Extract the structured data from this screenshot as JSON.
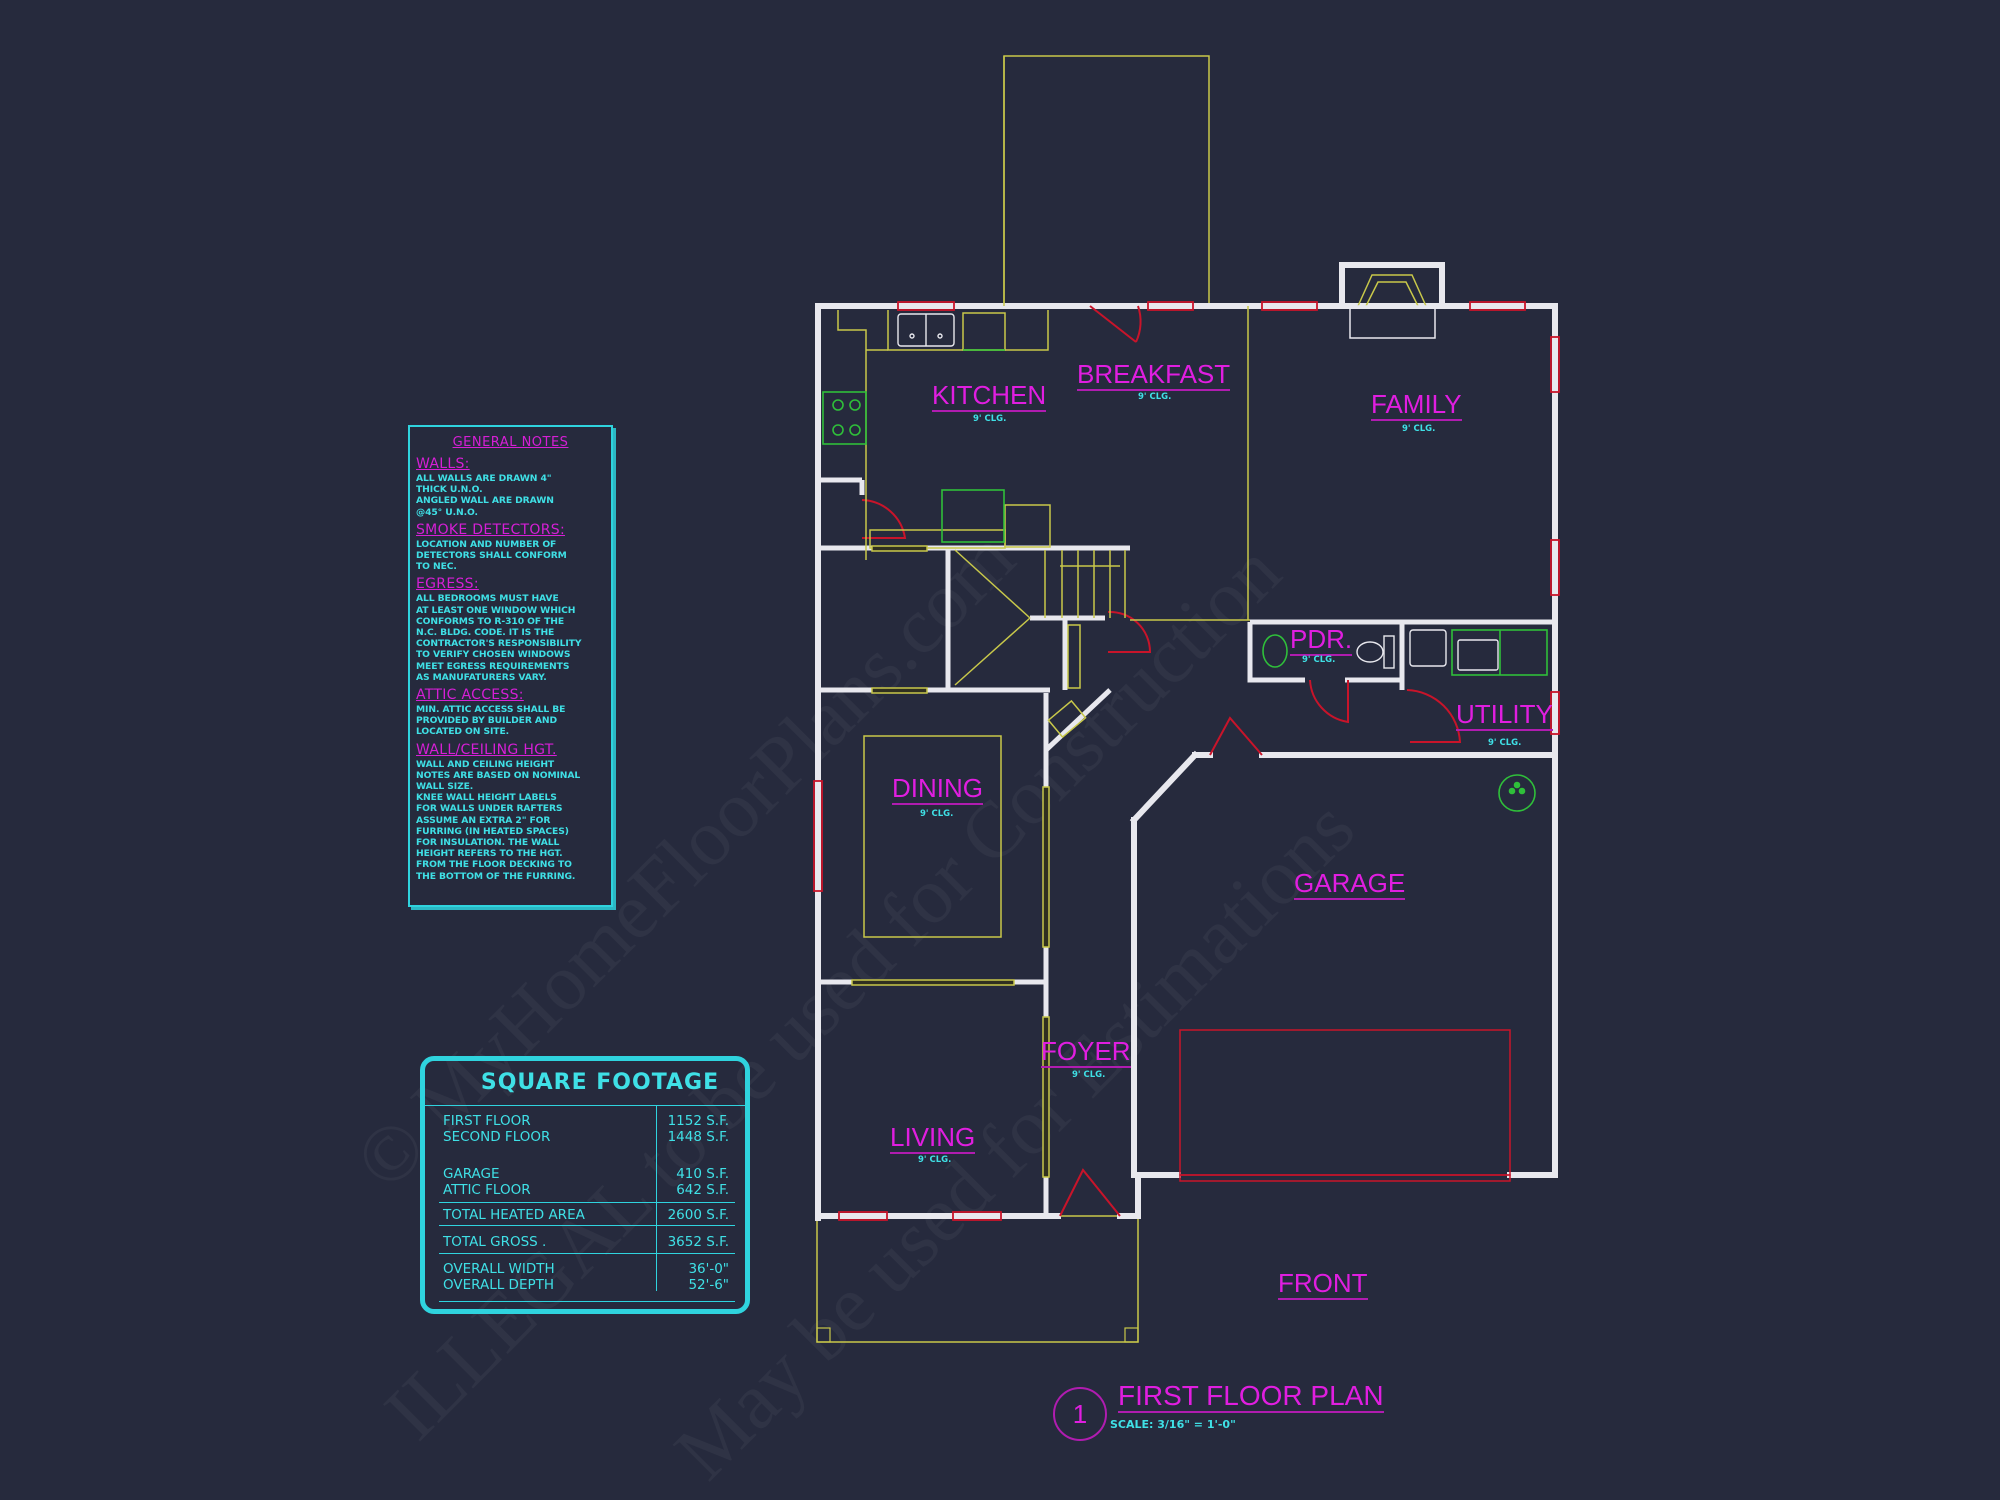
{
  "watermarks": [
    "© MyHomeFloorPlans.com",
    "ILLEGAL to be used for Construction",
    "May be used for Estimations"
  ],
  "general_notes": {
    "title": "GENERAL NOTES",
    "sections": [
      {
        "heading": "WALLS:",
        "body": "ALL WALLS ARE DRAWN 4\"\nTHICK U.N.O.\nANGLED WALL ARE DRAWN\n@45° U.N.O."
      },
      {
        "heading": "SMOKE DETECTORS:",
        "body": "LOCATION AND NUMBER OF\nDETECTORS SHALL CONFORM\nTO NEC."
      },
      {
        "heading": "EGRESS:",
        "body": "ALL BEDROOMS MUST HAVE\nAT LEAST ONE WINDOW WHICH\nCONFORMS TO R-310 OF THE\nN.C. BLDG. CODE. IT IS THE\nCONTRACTOR'S RESPONSIBILITY\nTO VERIFY CHOSEN WINDOWS\nMEET EGRESS REQUIREMENTS\nAS MANUFATURERS VARY."
      },
      {
        "heading": "ATTIC ACCESS:",
        "body": "MIN. ATTIC ACCESS SHALL BE\nPROVIDED BY BUILDER AND\nLOCATED ON SITE."
      },
      {
        "heading": "WALL/CEILING HGT.",
        "body": "WALL AND CEILING HEIGHT\nNOTES ARE BASED ON NOMINAL\nWALL SIZE.\nKNEE WALL HEIGHT LABELS\nFOR WALLS UNDER RAFTERS\nASSUME AN EXTRA 2\" FOR\nFURRING (IN HEATED SPACES)\nFOR INSULATION. THE WALL\nHEIGHT REFERS TO THE HGT.\nFROM THE FLOOR DECKING TO\nTHE BOTTOM OF THE FURRING."
      }
    ]
  },
  "square_footage": {
    "title": "SQUARE FOOTAGE",
    "rows": [
      {
        "label": "FIRST FLOOR\nSECOND FLOOR",
        "value": "1152 S.F.\n1448 S.F."
      },
      {
        "label": "GARAGE\nATTIC FLOOR",
        "value": "410 S.F.\n642 S.F."
      },
      {
        "label": "TOTAL HEATED AREA",
        "value": "2600 S.F."
      },
      {
        "label": "TOTAL GROSS .",
        "value": "3652 S.F."
      },
      {
        "label": "OVERALL WIDTH\nOVERALL DEPTH",
        "value": "36'-0\"\n52'-6\""
      }
    ]
  },
  "rooms": [
    {
      "name": "KITCHEN",
      "ceiling": "9' CLG."
    },
    {
      "name": "BREAKFAST",
      "ceiling": "9' CLG."
    },
    {
      "name": "FAMILY",
      "ceiling": "9' CLG."
    },
    {
      "name": "PDR.",
      "ceiling": "9' CLG."
    },
    {
      "name": "UTILITY",
      "ceiling": "9' CLG."
    },
    {
      "name": "DINING",
      "ceiling": "9' CLG."
    },
    {
      "name": "GARAGE",
      "ceiling": ""
    },
    {
      "name": "FOYER",
      "ceiling": "9' CLG."
    },
    {
      "name": "LIVING",
      "ceiling": "9' CLG."
    }
  ],
  "front_label": "FRONT",
  "plan_title": {
    "number": "1",
    "title": "FIRST FLOOR PLAN",
    "scale": "SCALE: 3/16\" = 1'-0\""
  },
  "colors": {
    "background": "#262a3d",
    "walls": "#e8e8ee",
    "room_labels": "#e01ee0",
    "notes_text": "#3fe0e6",
    "windows_doors": "#c8142a",
    "outlines": "#c8c84a",
    "fixtures": "#2fbf3a"
  }
}
